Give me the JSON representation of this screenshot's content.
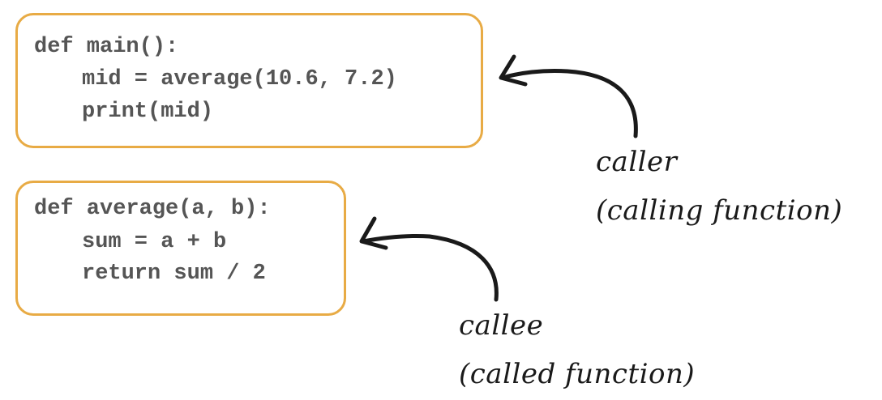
{
  "caller_code": {
    "lines": [
      "def main():",
      "mid = average(10.6, 7.2)",
      "print(mid)"
    ]
  },
  "callee_code": {
    "lines": [
      "def average(a, b):",
      "sum = a + b",
      "return sum / 2"
    ]
  },
  "caller_label": {
    "line1": "caller",
    "line2": "(calling function)"
  },
  "callee_label": {
    "line1": "callee",
    "line2": "(called function)"
  },
  "colors": {
    "box_border": "#e8ab45",
    "code_text": "#555555",
    "hand_text": "#1a1a1a"
  }
}
